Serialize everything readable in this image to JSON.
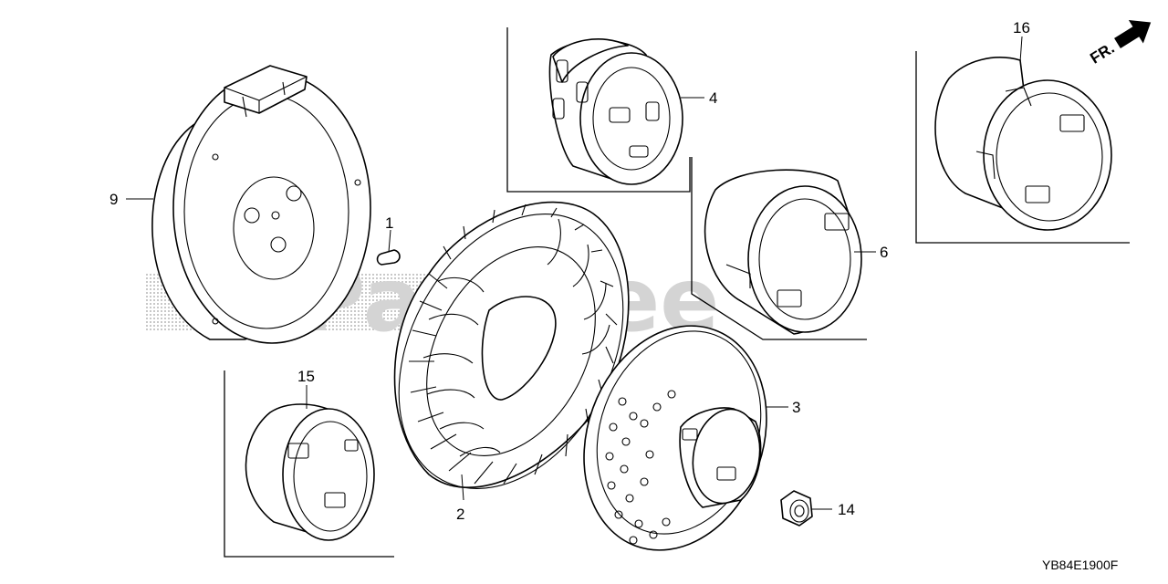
{
  "watermark": "PartTree",
  "direction_badge": {
    "label": "FR.",
    "icon": "arrow-right-icon"
  },
  "diagram_code": "YB84E1900F",
  "callouts": {
    "c1": "1",
    "c2": "2",
    "c3": "3",
    "c4": "4",
    "c6": "6",
    "c9": "9",
    "c14": "14",
    "c15": "15",
    "c16": "16"
  }
}
